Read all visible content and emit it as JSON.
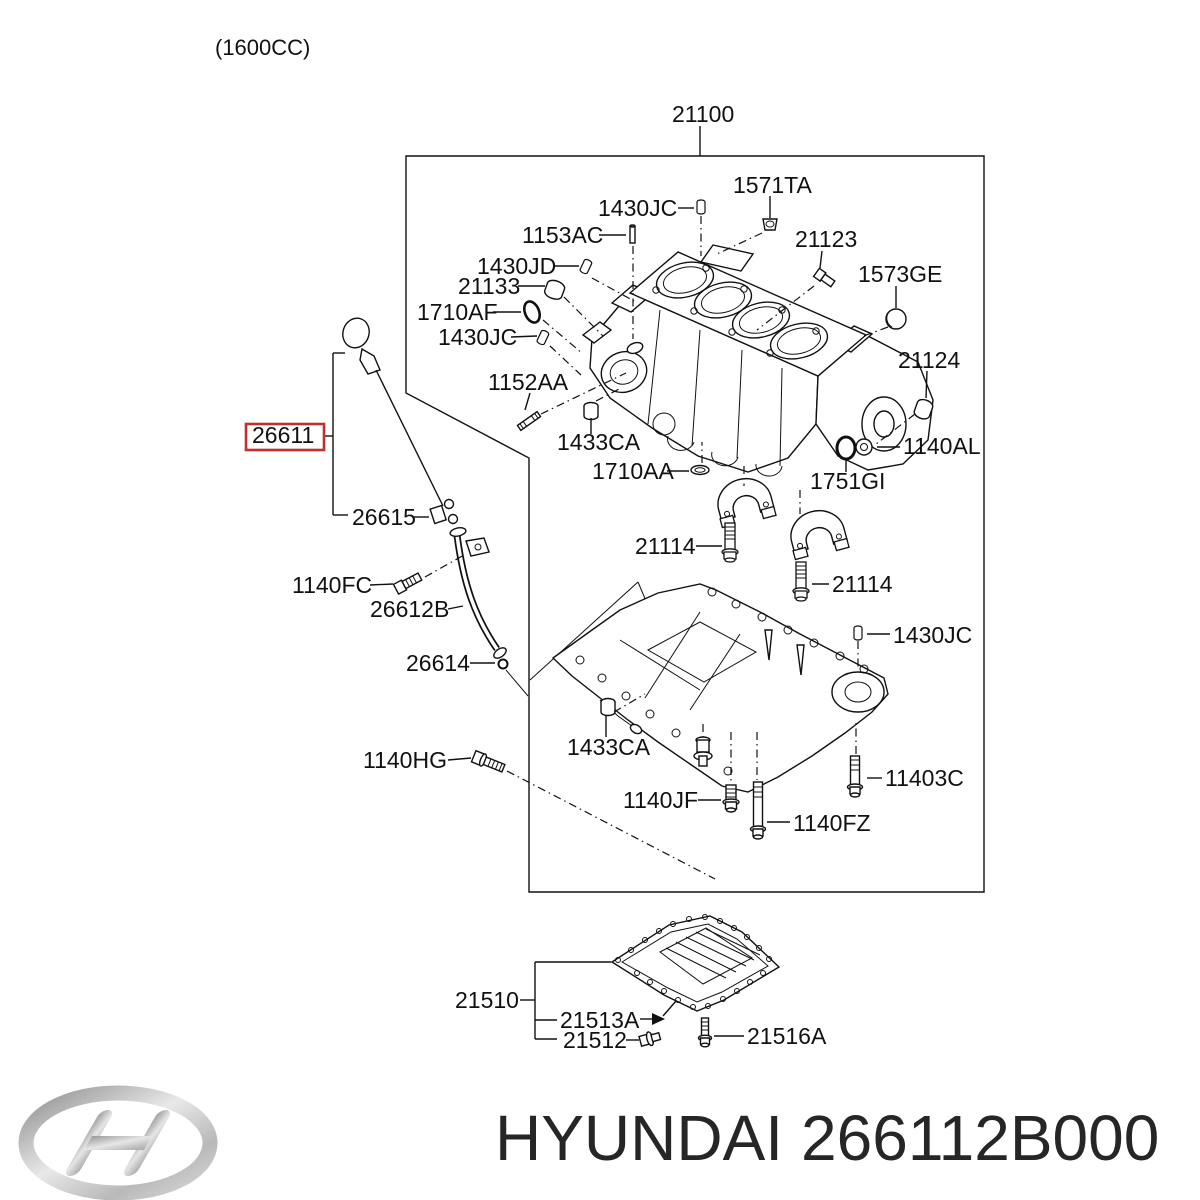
{
  "header": {
    "variant": "(1600CC)"
  },
  "diagram": {
    "assembly": "cylinder-block-exploded-view",
    "highlighted_part": "26611",
    "highlight_color": "#c03030",
    "labels": [
      {
        "text": "21100"
      },
      {
        "text": "1571TA"
      },
      {
        "text": "1430JC"
      },
      {
        "text": "1153AC"
      },
      {
        "text": "21123"
      },
      {
        "text": "1430JD"
      },
      {
        "text": "1573GE"
      },
      {
        "text": "21133"
      },
      {
        "text": "1710AF"
      },
      {
        "text": "1430JC"
      },
      {
        "text": "21124"
      },
      {
        "text": "1152AA"
      },
      {
        "text": "26611"
      },
      {
        "text": "1433CA"
      },
      {
        "text": "1140AL"
      },
      {
        "text": "1710AA"
      },
      {
        "text": "1751GI"
      },
      {
        "text": "26615"
      },
      {
        "text": "21114"
      },
      {
        "text": "1140FC"
      },
      {
        "text": "21114"
      },
      {
        "text": "26612B"
      },
      {
        "text": "1430JC"
      },
      {
        "text": "26614"
      },
      {
        "text": "1433CA"
      },
      {
        "text": "1140HG"
      },
      {
        "text": "11403C"
      },
      {
        "text": "1140JF"
      },
      {
        "text": "1140FZ"
      },
      {
        "text": "21510"
      },
      {
        "text": "21513A"
      },
      {
        "text": "21512"
      },
      {
        "text": "21516A"
      }
    ]
  },
  "footer": {
    "brand": "HYUNDAI",
    "part_number": "266112B000"
  }
}
